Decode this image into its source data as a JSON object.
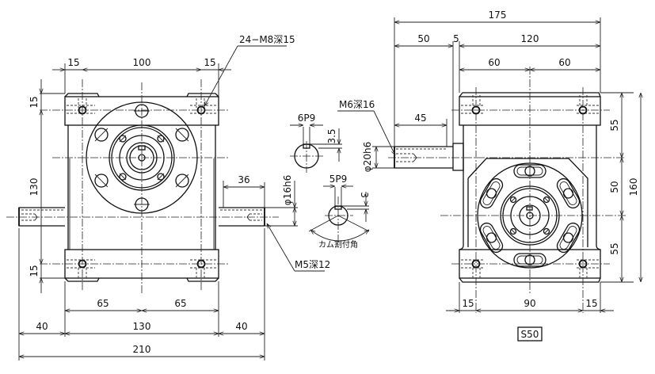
{
  "model_label": "S50",
  "front_view": {
    "dims": {
      "top_left_15": "15",
      "top_100": "100",
      "top_right_15": "15",
      "left_top_15": "15",
      "left_130": "130",
      "left_bottom_15": "15",
      "bottom_left_65": "65",
      "bottom_right_65": "65",
      "bottom_left_40": "40",
      "bottom_130": "130",
      "bottom_right_40": "40",
      "bottom_210": "210",
      "shaft_36": "36",
      "shaft_dia": "φ16h6"
    },
    "notes": {
      "tapped_holes": "24−M8深15",
      "shaft_tap": "M5深12"
    }
  },
  "detail_views": {
    "input_key": {
      "width": "6P9",
      "depth": "3.5"
    },
    "output_key": {
      "width": "5P9",
      "depth": "3",
      "angle_note": "カム割付角"
    }
  },
  "side_view": {
    "dims": {
      "top_175": "175",
      "top_50": "50",
      "top_5": "5",
      "top_120": "120",
      "top_60_left": "60",
      "top_60_right": "60",
      "shaft_45": "45",
      "shaft_dia": "φ20h6",
      "right_55_top": "55",
      "right_50": "50",
      "right_55_bottom": "55",
      "right_160": "160",
      "bottom_15_left": "15",
      "bottom_90": "90",
      "bottom_15_right": "15"
    },
    "notes": {
      "shaft_tap": "M6深16"
    }
  }
}
